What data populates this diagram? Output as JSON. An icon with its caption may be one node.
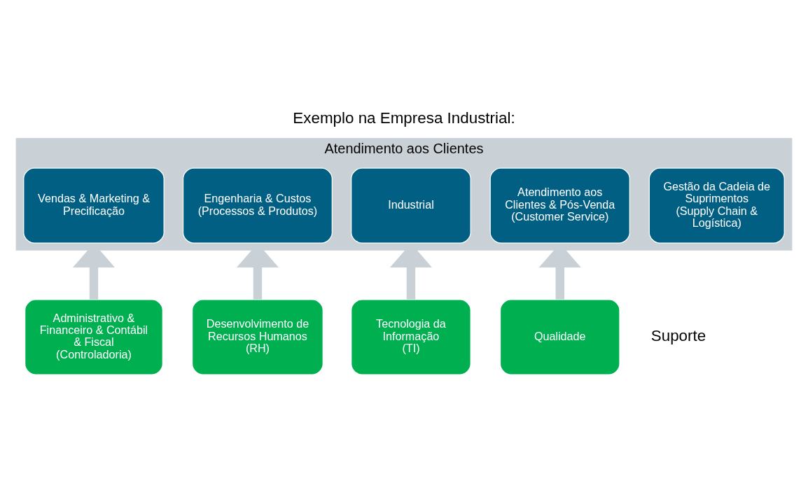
{
  "diagram": {
    "title": "Exemplo na Empresa Industrial:",
    "nodes": [
      {
        "text": [
          "Atendimento aos Clientes"
        ]
      },
      {
        "text": [
          "Vendas & Marketing & Precificação"
        ],
        "in": 0
      },
      {
        "text": [
          "Engenharia & Custos",
          "(Processos & Produtos)"
        ],
        "in": 0
      },
      {
        "text": [
          "Industrial"
        ],
        "in": 0
      },
      {
        "text": [
          "Atendimento aos Clientes & Pós-Venda",
          "(Customer Service)"
        ],
        "in": 0
      },
      {
        "text": [
          "Gestão da Cadeia de Suprimentos",
          "(Supply Chain & Logística)"
        ],
        "in": 0
      },
      {
        "text": [
          "Administrativo & Financeiro & Contábil & Fiscal",
          "(Controladoria)"
        ]
      },
      {
        "text": [
          "Desenvolvimento de Recursos Humanos",
          "(RH)"
        ]
      },
      {
        "text": [
          "Tecnologia da Informação",
          "(TI)"
        ]
      },
      {
        "text": [
          "Qualidade"
        ]
      }
    ],
    "edges": [
      {
        "from": 6,
        "to": 0,
        "arrow": "to"
      },
      {
        "from": 7,
        "to": 0,
        "arrow": "to"
      },
      {
        "from": 8,
        "to": 0,
        "arrow": "to"
      },
      {
        "from": 9,
        "to": 0,
        "arrow": "to"
      }
    ],
    "labels": [
      "Suporte"
    ]
  }
}
